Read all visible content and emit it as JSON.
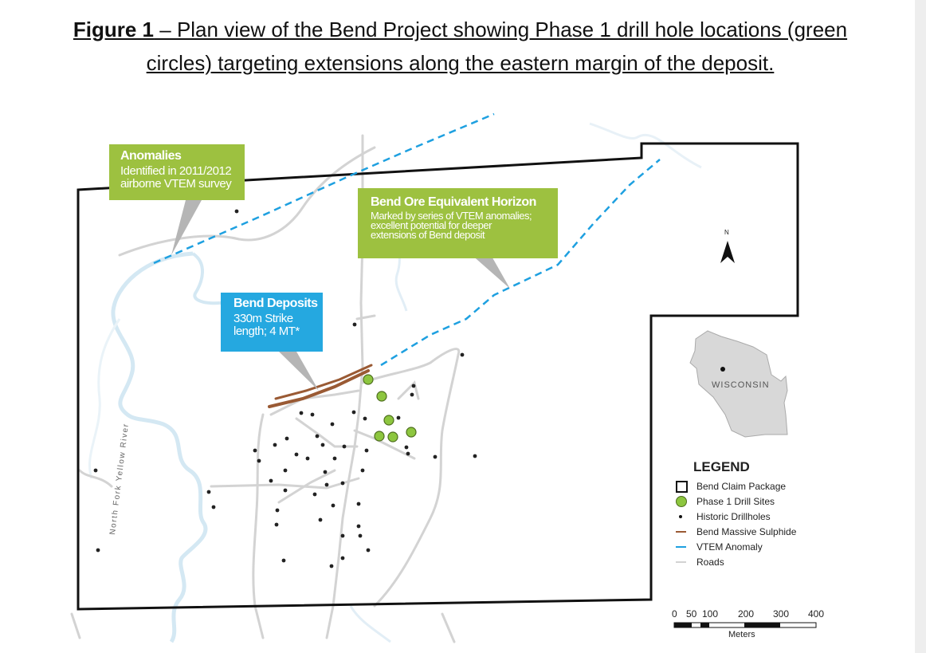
{
  "figure": {
    "label": "Figure 1",
    "caption_line1": " – Plan view of the Bend Project showing Phase 1 drill hole locations (green",
    "caption_line2": "circles) targeting extensions along the eastern margin of the deposit."
  },
  "callouts": {
    "anomalies": {
      "title": "Anomalies",
      "line1": "Identified in 2011/2012",
      "line2": "airborne VTEM survey"
    },
    "horizon": {
      "title": "Bend Ore Equivalent Horizon",
      "line1": "Marked by series of VTEM anomalies;",
      "line2": "excellent potential for deeper",
      "line3": "extensions of Bend deposit"
    },
    "deposits": {
      "title": "Bend Deposits",
      "line1": "330m Strike",
      "line2": "length; 4 MT*"
    }
  },
  "labels": {
    "river": "North Fork Yellow River",
    "state": "WISCONSIN",
    "north": "N"
  },
  "legend": {
    "title": "LEGEND",
    "items": [
      {
        "label": "Bend Claim Package",
        "symbol": "square-outline"
      },
      {
        "label": "Phase 1 Drill Sites",
        "symbol": "green-circle"
      },
      {
        "label": "Historic Drillholes",
        "symbol": "black-dot"
      },
      {
        "label": "Bend Massive Sulphide",
        "symbol": "brown-line"
      },
      {
        "label": "VTEM Anomaly",
        "symbol": "blue-dash"
      },
      {
        "label": "Roads",
        "symbol": "grey-line"
      }
    ]
  },
  "scale_bar": {
    "ticks": [
      "0",
      "50",
      "100",
      "200",
      "300",
      "400"
    ],
    "units": "Meters"
  },
  "colors": {
    "callout_green": "#9dc140",
    "callout_blue": "#25a8e0",
    "drill_site": "#8dc63f",
    "sulphide": "#9a5a34",
    "vtem": "#1ea0e0",
    "river": "#d4e8f3",
    "roads": "#d3d3d3"
  }
}
